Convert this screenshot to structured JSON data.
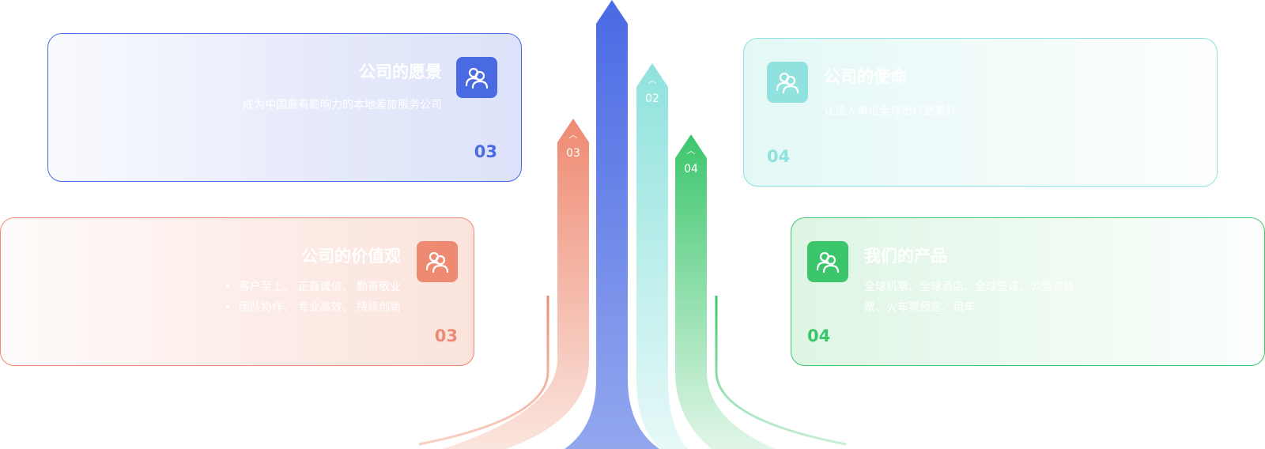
{
  "colors": {
    "blue": "#4a6ae4",
    "red": "#ee8a72",
    "cyan": "#8fe2dd",
    "green": "#3cc66c"
  },
  "cards": {
    "vision": {
      "title": "公司的愿景",
      "desc": "成为中国最有影响力的本地差旅服务公司",
      "number": "03",
      "icon": "users-icon"
    },
    "values": {
      "title": "公司的价值观",
      "bullets": [
        "客户至上、 正直诚信、 勤奋敬业",
        "团队协作、 专业高效、 持续创新"
      ],
      "number": "03",
      "icon": "users-icon"
    },
    "mission": {
      "title": "公司的使命",
      "desc": "让法人单位全球出行更美好",
      "number": "04",
      "icon": "users-icon"
    },
    "products": {
      "title": "我们的产品",
      "desc_lines": [
        "全球机票、全球酒店、全球签证、公务高铁",
        "票、火车票预定、租车"
      ],
      "number": "04",
      "icon": "users-icon"
    }
  },
  "arrows": {
    "red": {
      "label": "03",
      "caret": "︿"
    },
    "cyan": {
      "label": "02",
      "caret": "︿"
    },
    "green": {
      "label": "04",
      "caret": "︿"
    }
  }
}
